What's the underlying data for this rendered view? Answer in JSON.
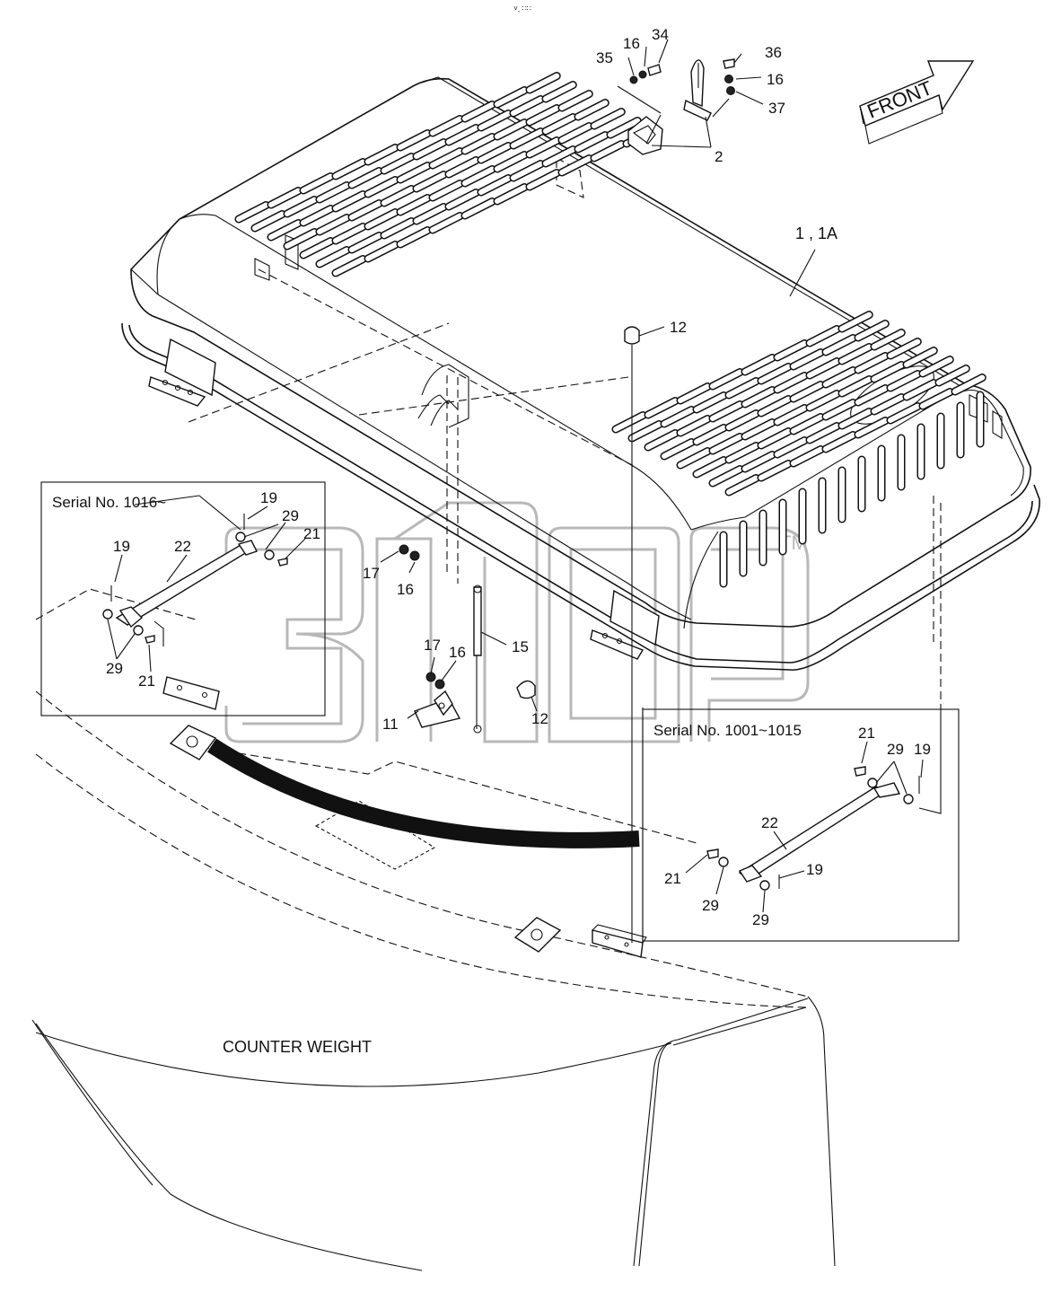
{
  "header_mark": "˅ˍ ∷∷",
  "front_label": "FRONT",
  "counterweight_label": "COUNTER WEIGHT",
  "hood_label": "1 , 1A",
  "inset_left": {
    "title": "Serial No. 1016~",
    "labels": [
      "19",
      "29",
      "21",
      "19",
      "22",
      "29",
      "21"
    ]
  },
  "inset_right": {
    "title": "Serial No. 1001~1015",
    "labels": [
      "21",
      "29",
      "19",
      "22",
      "21",
      "29",
      "19",
      "29"
    ]
  },
  "callouts": {
    "p34": "34",
    "p16a": "16",
    "p35": "35",
    "p36": "36",
    "p16b": "16",
    "p37": "37",
    "p2": "2",
    "p12a": "12",
    "p17a": "17",
    "p16c": "16",
    "p15": "15",
    "p17b": "17",
    "p16d": "16",
    "p11": "11",
    "p12b": "12"
  },
  "colors": {
    "line": "#111111",
    "watermark": "#b8b8b8",
    "background": "#ffffff"
  }
}
